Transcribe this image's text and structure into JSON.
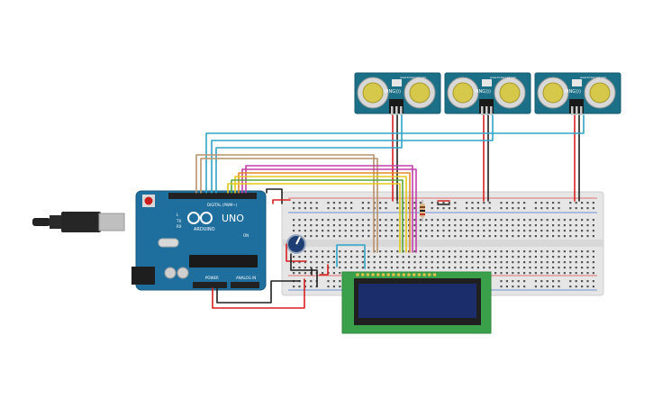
{
  "arduino": {
    "brand": "ARDUINO",
    "model": "UNO",
    "digital_label": "DIGITAL (PWM~)",
    "power_label": "POWER",
    "analog_label": "ANALOG IN",
    "tx_label": "TX",
    "rx_label": "RX",
    "l_label": "L",
    "on_label": "ON",
    "board_color": "#1f6f9e"
  },
  "sensors": [
    {
      "name": "PING",
      "url": "www.tinkercad.com",
      "header": "PING))) "
    },
    {
      "name": "PING",
      "url": "www.tinkercad.com",
      "header": "PING))) "
    },
    {
      "name": "PING",
      "url": "www.tinkercad.com",
      "header": "PING))) "
    }
  ],
  "lcd": {
    "board_color": "#3aa14a",
    "screen_color": "#1c2d6b"
  },
  "breadboard": {
    "color": "#e6e6e6"
  },
  "wire_colors": {
    "red": "#d6201f",
    "black": "#202020",
    "cyan": "#2fa3c7",
    "tan": "#b8926a",
    "magenta": "#c23fa8",
    "yellow": "#e3c81b",
    "green": "#5aa83b",
    "orange": "#e08a2a"
  }
}
